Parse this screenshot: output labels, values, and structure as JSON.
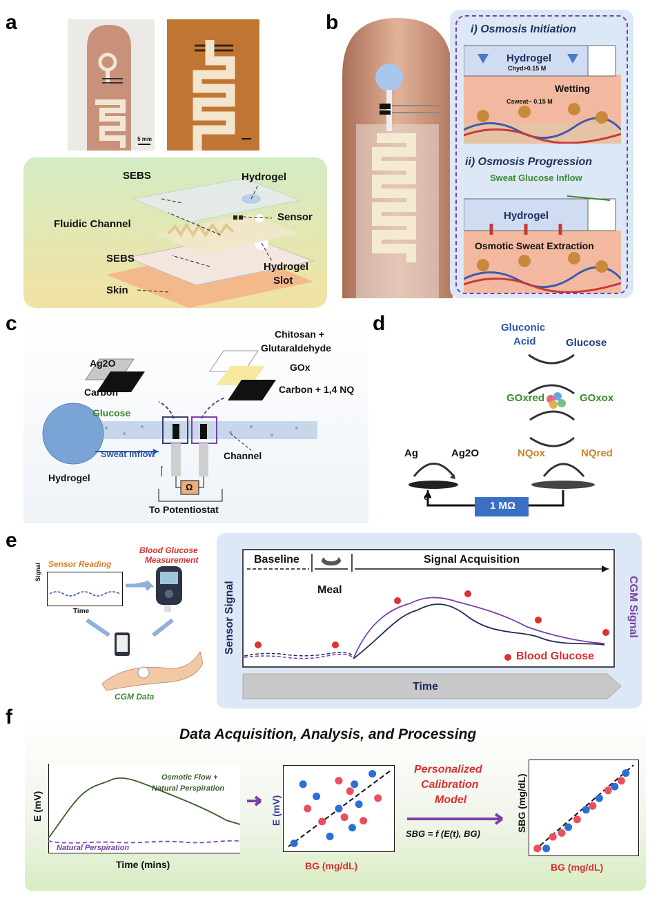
{
  "panels": {
    "a": "a",
    "b": "b",
    "c": "c",
    "d": "d",
    "e": "e",
    "f": "f"
  },
  "panel_a": {
    "scale_bar": "5 mm",
    "layers": {
      "sebs_top": "SEBS",
      "hydrogel": "Hydrogel",
      "sensor": "Sensor",
      "fluidic_channel": "Fluidic Channel",
      "sebs_bottom": "SEBS",
      "hydrogel_slot_1": "Hydrogel",
      "hydrogel_slot_2": "Slot",
      "skin": "Skin"
    }
  },
  "panel_b": {
    "i_title": "i) Osmosis Initiation",
    "i_hydrogel": "Hydrogel",
    "i_conc_hyd": "Chyd>0.15 M",
    "i_wetting": "Wetting",
    "i_conc_sweat": "Csweat~ 0.15 M",
    "ii_title": "ii) Osmosis Progression",
    "ii_inflow": "Sweat Glucose Inflow",
    "ii_hydrogel": "Hydrogel",
    "ii_extraction": "Osmotic Sweat Extraction"
  },
  "panel_c": {
    "chitosan_1": "Chitosan +",
    "chitosan_2": "Glutaraldehyde",
    "gox": "GOx",
    "ag2o": "Ag2O",
    "carbon": "Carbon",
    "carbon_nq": "Carbon + 1,4 NQ",
    "glucose": "Glucose",
    "sweat_inflow": "Sweat Inflow",
    "channel": "Channel",
    "hydrogel": "Hydrogel",
    "omega": "Ω",
    "potentiostat": "To Potentiostat"
  },
  "panel_d": {
    "gluconic_1": "Gluconic",
    "gluconic_2": "Acid",
    "glucose": "Glucose",
    "gox_red": "GOxred",
    "gox_ox": "GOxox",
    "nq_ox": "NQox",
    "nq_red": "NQred",
    "ag": "Ag",
    "ag2o": "Ag2O",
    "electron": "e-",
    "resistor": "1 MΩ"
  },
  "panel_e": {
    "sensor_reading": "Sensor Reading",
    "signal": "Signal",
    "time_small": "Time",
    "bg_meas_1": "Blood Glucose",
    "bg_meas_2": "Measurement",
    "cgm_data": "CGM Data",
    "baseline": "Baseline",
    "meal": "Meal",
    "signal_acq": "Signal Acquisition",
    "sensor_signal": "Sensor Signal",
    "cgm_signal": "CGM Signal",
    "blood_glucose": "Blood Glucose",
    "time": "Time",
    "colors": {
      "sensor": "#1f2a5c",
      "cgm": "#7b3fa8",
      "bg": "#e03030"
    }
  },
  "panel_f": {
    "title": "Data Acquisition, Analysis, and Processing",
    "osmotic_1": "Osmotic Flow +",
    "osmotic_2": "Natural Perspiration",
    "natural": "Natural Perspiration",
    "y1": "E (mV)",
    "x1": "Time (mins)",
    "y2": "E (mV)",
    "x2": "BG (mg/dL)",
    "pcm_1": "Personalized",
    "pcm_2": "Calibration",
    "pcm_3": "Model",
    "formula": "SBG = f (E(t), BG)",
    "y3": "SBG (mg/dL)",
    "x3": "BG (mg/dL)",
    "colors": {
      "blue": "#2b6fd6",
      "red": "#e8505b",
      "line": "#3a5a2a",
      "dashed": "#8a4fc4"
    }
  }
}
